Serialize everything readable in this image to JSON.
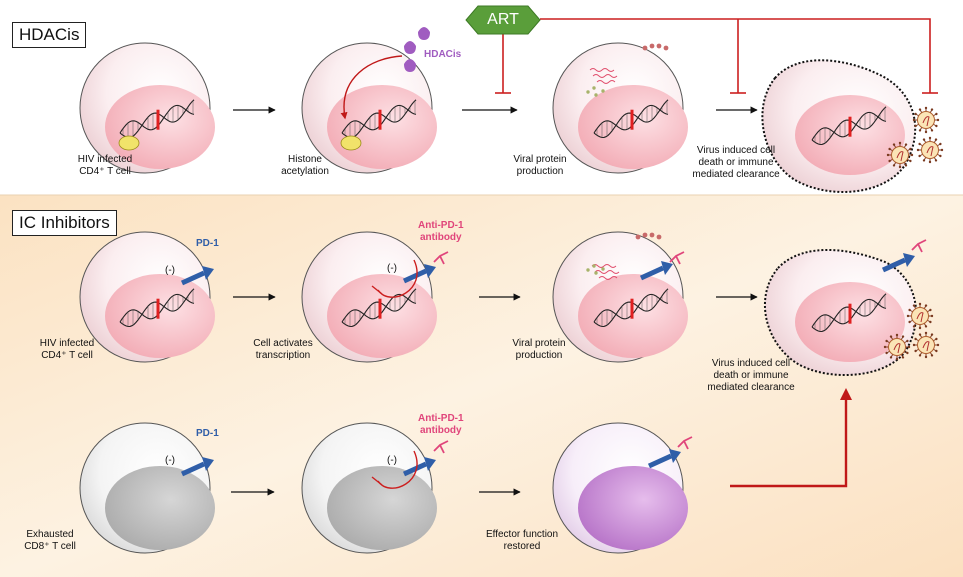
{
  "panels": {
    "top_title": "HDACis",
    "bottom_title": "IC Inhibitors"
  },
  "art": {
    "label": "ART",
    "color": "#5a9e3a"
  },
  "tags": {
    "hdacis": "HDACis",
    "pd1_row1": "PD-1",
    "pd1_row2": "PD-1",
    "anti_pd1_row1": "Anti-PD-1\nantibody",
    "anti_pd1_row2": "Anti-PD-1\nantibody",
    "minus": "(-)"
  },
  "top_row_labels": [
    "HIV infected\nCD4⁺ T cell",
    "Histone\nacetylation",
    "Viral protein\nproduction",
    "Virus induced cell\ndeath or immune\nmediated clearance"
  ],
  "middle_row_labels": [
    "HIV infected\nCD4⁺ T cell",
    "Cell activates\ntranscription",
    "Viral protein\nproduction",
    "Virus induced cell\ndeath or immune\nmediated clearance"
  ],
  "bottom_row_labels": [
    "Exhausted\nCD8⁺ T cell",
    "Effector function\nrestored"
  ],
  "colors": {
    "inhibition": "#cc1f1f",
    "pd1": "#2f5ea8",
    "antibody": "#e0457b",
    "hdacis": "#a05cc0",
    "panel_bg": "#fbe8cf"
  }
}
